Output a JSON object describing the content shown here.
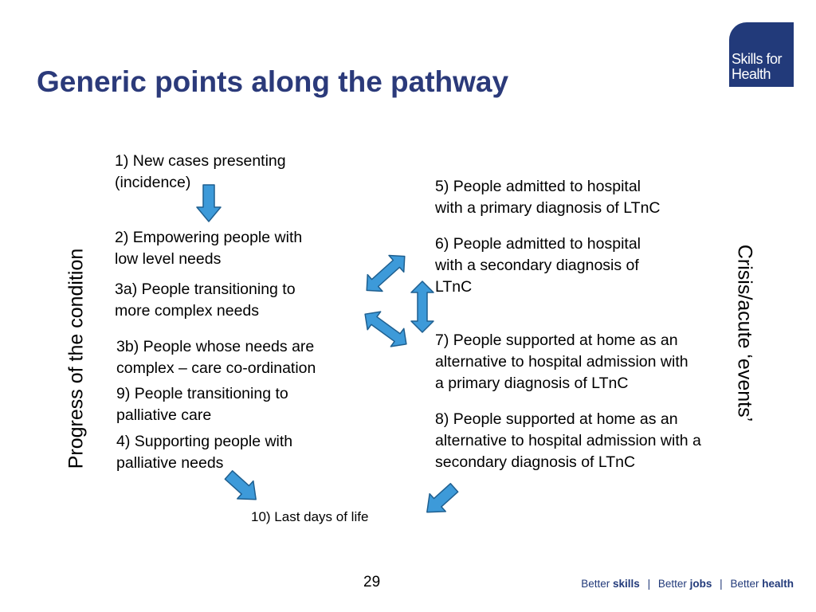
{
  "slide": {
    "title": "Generic points along the pathway",
    "logo": {
      "line1": "Skills for",
      "line2": "Health"
    },
    "page_number": "29",
    "footer": {
      "part1_plain": "Better ",
      "part1_bold": "skills",
      "separator": "|",
      "part2_plain": "Better ",
      "part2_bold": "jobs",
      "part3_plain": "Better ",
      "part3_bold": "health"
    }
  },
  "left_axis_label": "Progress of the condition",
  "right_axis_label": "Crisis/acute ‘events’",
  "left_items": [
    {
      "line1": "1)  New cases presenting",
      "line2": "(incidence)"
    },
    {
      "line1": "2)  Empowering people with",
      "line2": "low level needs"
    },
    {
      "line1": "3a)  People transitioning to",
      "line2": "more complex needs"
    },
    {
      "line1": "3b)  People whose needs are",
      "line2": "complex – care co-ordination"
    },
    {
      "line1": "9)  People transitioning to",
      "line2": "palliative care"
    },
    {
      "line1": "4)  Supporting people with",
      "line2": "palliative needs"
    }
  ],
  "right_items": [
    {
      "line1": "5)  People admitted to hospital",
      "line2": "with a primary diagnosis of LTnC"
    },
    {
      "line1": "6)  People admitted to hospital",
      "line2": "with a secondary diagnosis of",
      "line3": "LTnC"
    },
    {
      "line1": "7)  People supported at home as an",
      "line2": "alternative to hospital admission with",
      "line3": "a primary diagnosis of LTnC"
    },
    {
      "line1": "8)  People supported at home as an",
      "line2": "alternative to hospital admission with a",
      "line3": "secondary diagnosis of LTnC"
    }
  ],
  "bottom_item": "10)  Last days of life",
  "colors": {
    "title": "#2b3a7a",
    "arrow_fill": "#3d9ad9",
    "arrow_stroke": "#1f5f8f",
    "logo": "#223a7a"
  }
}
